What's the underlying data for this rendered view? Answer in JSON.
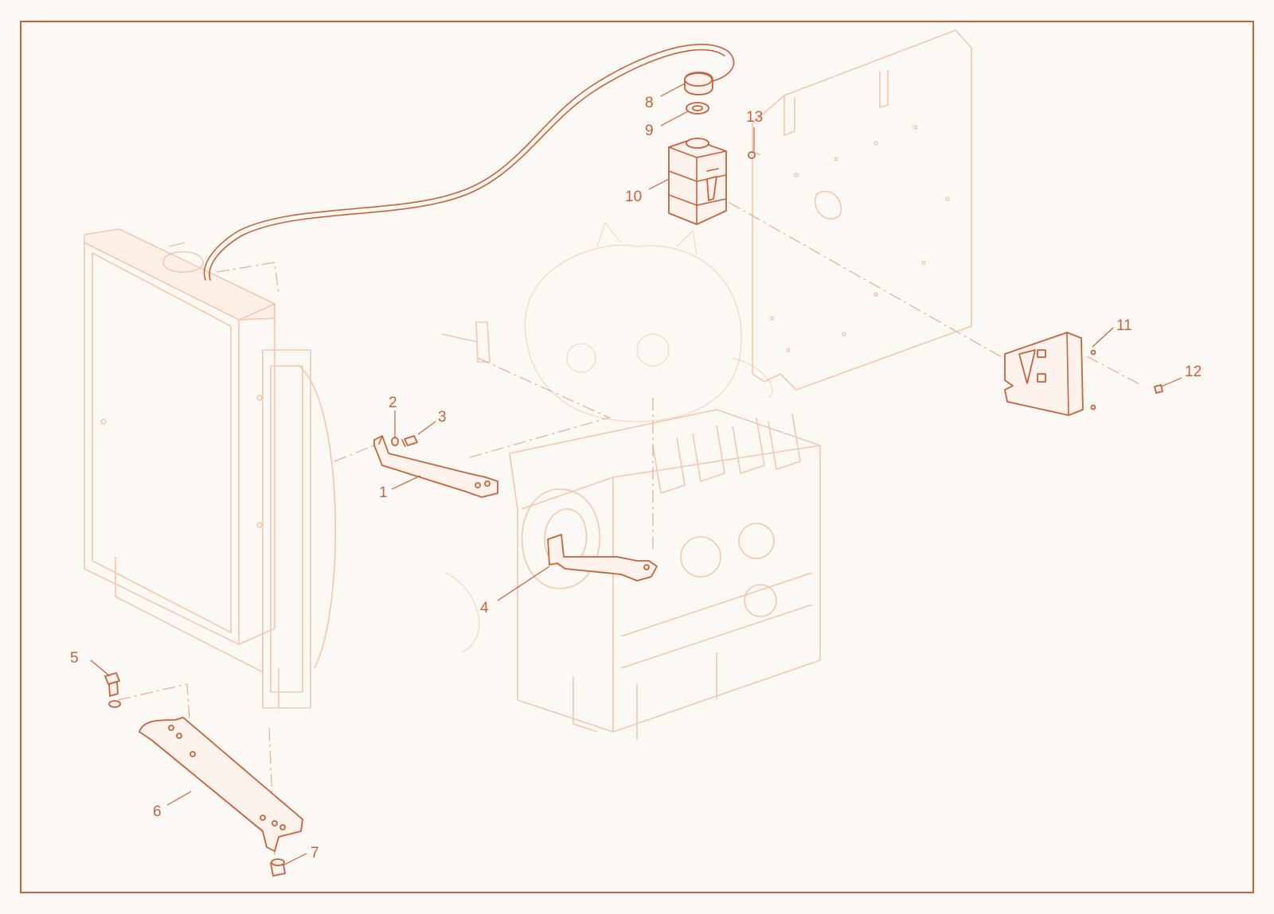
{
  "diagram": {
    "colors": {
      "accent": "#c8623a",
      "ghost": "#f0c9b0",
      "background": "#fcf8f3",
      "frame": "#c8623a"
    },
    "callouts": [
      {
        "id": "1",
        "label": "1"
      },
      {
        "id": "2",
        "label": "2"
      },
      {
        "id": "3",
        "label": "3"
      },
      {
        "id": "4",
        "label": "4"
      },
      {
        "id": "5",
        "label": "5"
      },
      {
        "id": "6",
        "label": "6"
      },
      {
        "id": "7",
        "label": "7"
      },
      {
        "id": "8",
        "label": "8"
      },
      {
        "id": "9",
        "label": "9"
      },
      {
        "id": "10",
        "label": "10"
      },
      {
        "id": "11",
        "label": "11"
      },
      {
        "id": "12",
        "label": "12"
      },
      {
        "id": "13",
        "label": "13"
      }
    ]
  }
}
